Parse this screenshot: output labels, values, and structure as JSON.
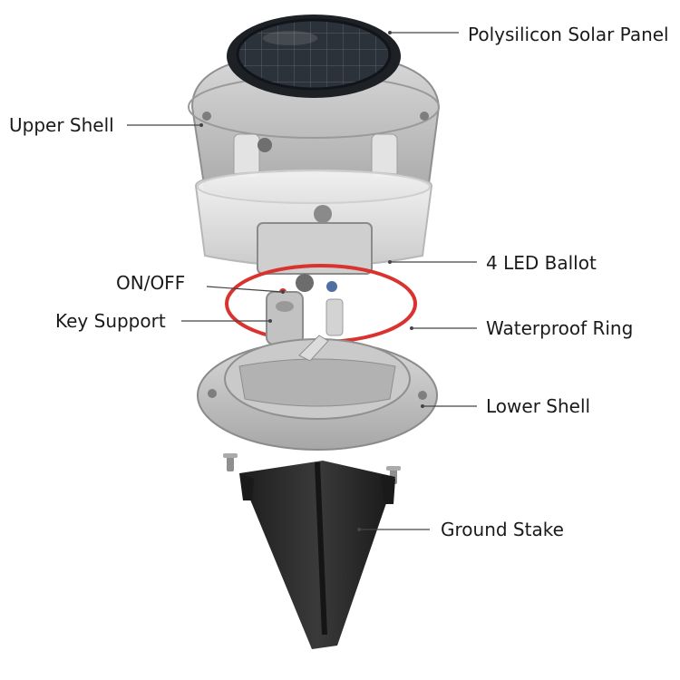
{
  "callouts": {
    "solar_panel": "Polysilicon Solar Panel",
    "upper_shell": "Upper Shell",
    "led_ballot": "4 LED Ballot",
    "on_off": "ON/OFF",
    "key_support": "Key Support",
    "waterproof_ring": "Waterproof Ring",
    "lower_shell": "Lower Shell",
    "ground_stake": "Ground Stake"
  },
  "colors": {
    "shell": "#bdbdbd",
    "shell_dark": "#8f8f8f",
    "panel": "#23272d",
    "ring": "#d8332f",
    "stake": "#262626",
    "leader": "#444444"
  }
}
